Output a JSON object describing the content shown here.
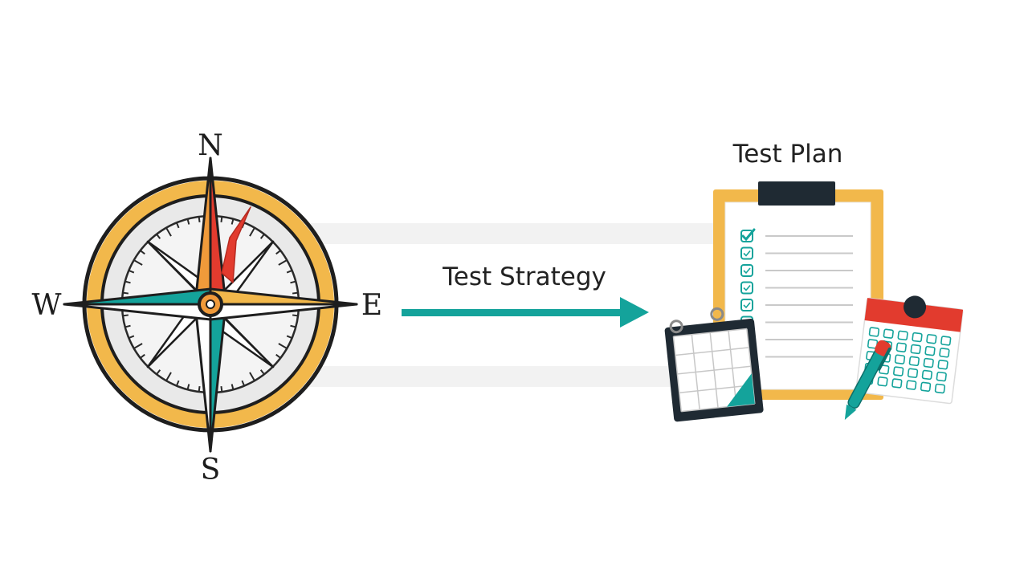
{
  "compass": {
    "north": "N",
    "south": "S",
    "east": "E",
    "west": "W"
  },
  "arrow_label": "Test Strategy",
  "plan_title": "Test Plan",
  "colors": {
    "teal": "#14a39b",
    "gold": "#f2b84b",
    "orange": "#f09a3a",
    "red": "#e23b2e",
    "dark": "#1e1e1e",
    "clip_dark": "#1f2a33",
    "track": "#f3f3f3"
  },
  "icons": {
    "compass": "compass-rose-icon",
    "clipboard": "clipboard-checklist-icon",
    "calendar_left": "calendar-icon",
    "calendar_right": "calendar-icon",
    "pen": "pen-icon"
  },
  "checklist": {
    "rows": 8,
    "checked_rows": 1
  }
}
